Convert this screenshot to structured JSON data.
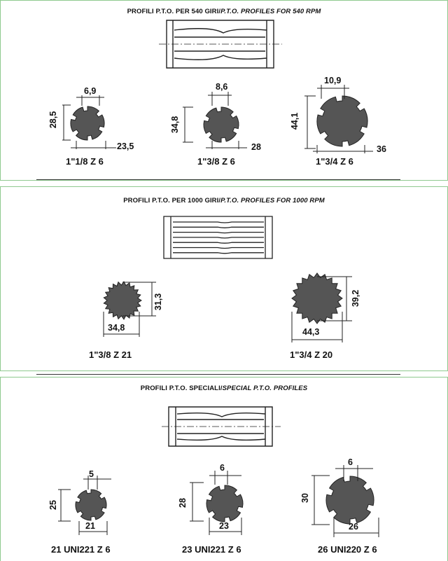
{
  "panels": [
    {
      "title_main": "PROFILI P.T.O. PER 540 GIRI/",
      "title_italic": "P.T.O. PROFILES FOR 540 RPM",
      "profiles": [
        {
          "label": "1\"1/8 Z  6",
          "width": "6,9",
          "height": "28,5",
          "base": "23,5"
        },
        {
          "label": "1\"3/8 Z  6",
          "width": "8,6",
          "height": "34,8",
          "base": "28"
        },
        {
          "label": "1\"3/4 Z  6",
          "width": "10,9",
          "height": "44,1",
          "base": "36"
        }
      ]
    },
    {
      "title_main": "PROFILI P.T.O. PER 1000 GIRI/",
      "title_italic": "P.T.O. PROFILES FOR 1000 RPM",
      "profiles": [
        {
          "label": "1\"3/8 Z  21",
          "height": "31,3",
          "base": "34,8"
        },
        {
          "label": "1\"3/4 Z  20",
          "height": "39,2",
          "base": "44,3"
        }
      ]
    },
    {
      "title_main": "PROFILI P.T.O. SPECIALI/",
      "title_italic": "SPECIAL P.T.O. PROFILES",
      "profiles": [
        {
          "label": "21 UNI221 Z  6",
          "width": "5",
          "height": "25",
          "base": "21"
        },
        {
          "label": "23 UNI221 Z  6",
          "width": "6",
          "height": "28",
          "base": "23"
        },
        {
          "label": "26 UNI220 Z  6",
          "width": "6",
          "height": "30",
          "base": "26"
        }
      ]
    }
  ]
}
